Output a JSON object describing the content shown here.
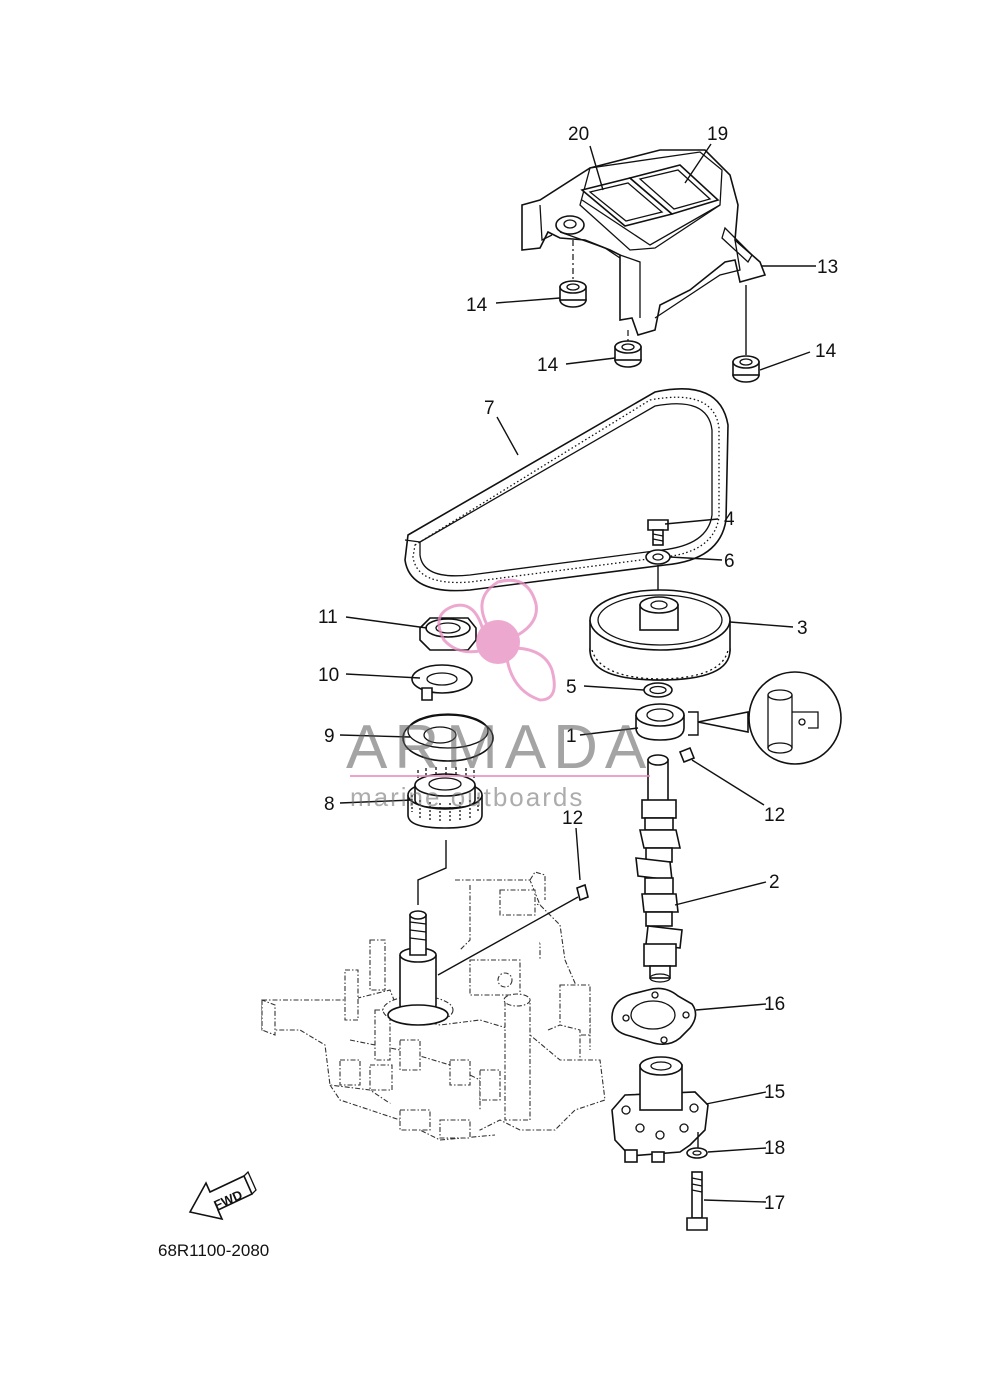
{
  "diagram": {
    "code": "68R1100-2080",
    "fwd_label": "FWD",
    "callouts": [
      {
        "id": "c20",
        "text": "20"
      },
      {
        "id": "c19",
        "text": "19"
      },
      {
        "id": "c13",
        "text": "13"
      },
      {
        "id": "c14a",
        "text": "14"
      },
      {
        "id": "c14b",
        "text": "14"
      },
      {
        "id": "c14c",
        "text": "14"
      },
      {
        "id": "c7",
        "text": "7"
      },
      {
        "id": "c4",
        "text": "4"
      },
      {
        "id": "c6",
        "text": "6"
      },
      {
        "id": "c11",
        "text": "11"
      },
      {
        "id": "c3",
        "text": "3"
      },
      {
        "id": "c10",
        "text": "10"
      },
      {
        "id": "c5",
        "text": "5"
      },
      {
        "id": "c9",
        "text": "9"
      },
      {
        "id": "c1",
        "text": "1"
      },
      {
        "id": "c8",
        "text": "8"
      },
      {
        "id": "c12a",
        "text": "12"
      },
      {
        "id": "c12b",
        "text": "12"
      },
      {
        "id": "c2",
        "text": "2"
      },
      {
        "id": "c16",
        "text": "16"
      },
      {
        "id": "c15",
        "text": "15"
      },
      {
        "id": "c18",
        "text": "18"
      },
      {
        "id": "c17",
        "text": "17"
      }
    ]
  },
  "watermark": {
    "brand": "ARMADA",
    "tagline": "marine outboards",
    "accent_color": "#e88cbf"
  }
}
